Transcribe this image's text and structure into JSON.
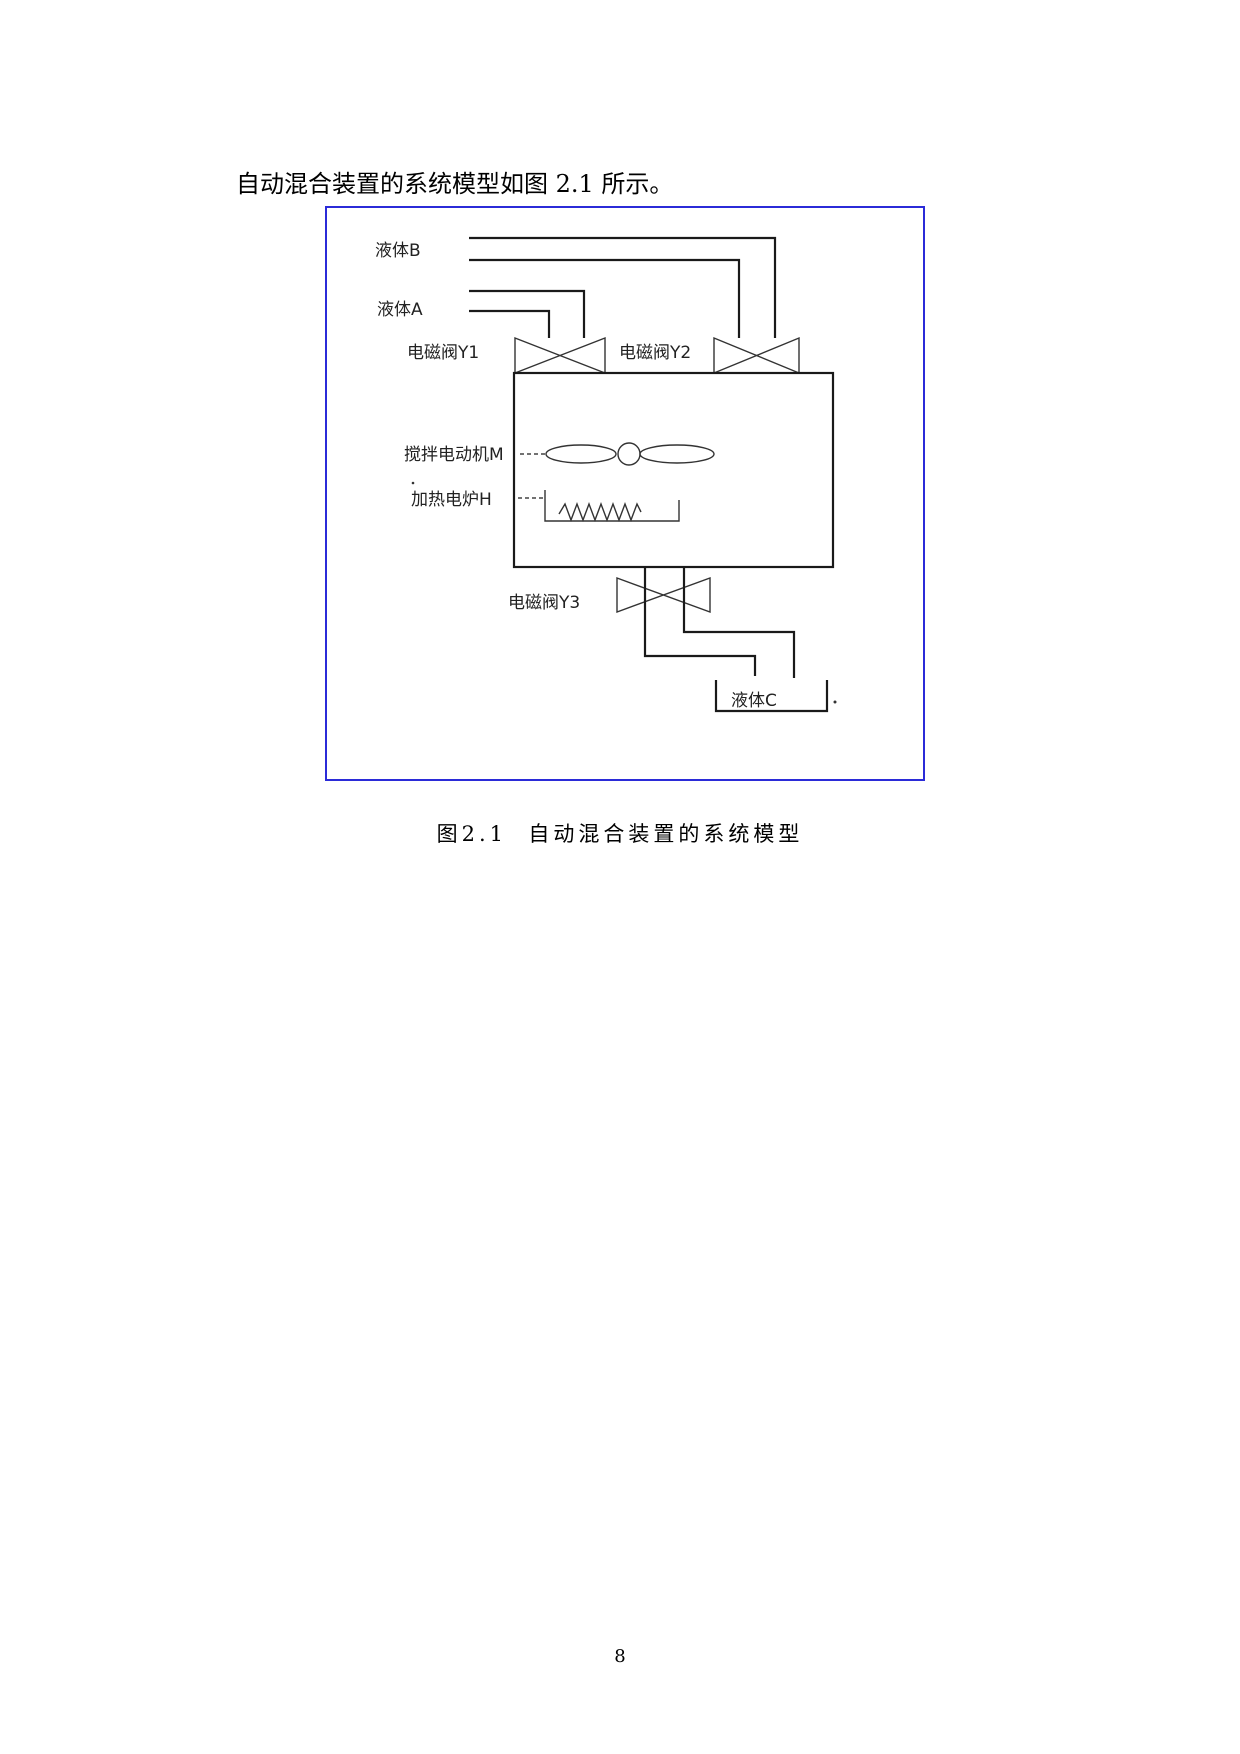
{
  "document": {
    "intro_text": "自动混合装置的系统模型如图 2.1 所示。",
    "figure": {
      "labels": {
        "liquid_b": "液体B",
        "liquid_a": "液体A",
        "valve_y1": "电磁阀Y1",
        "valve_y2": "电磁阀Y2",
        "motor_m": "搅拌电动机M",
        "heater_h": "加热电炉H",
        "valve_y3": "电磁阀Y3",
        "liquid_c": "液体C"
      },
      "frame_color": "#2b2bd8"
    },
    "caption": {
      "number": "图2.1",
      "title": "自动混合装置的系统模型"
    },
    "page_number": "8"
  }
}
